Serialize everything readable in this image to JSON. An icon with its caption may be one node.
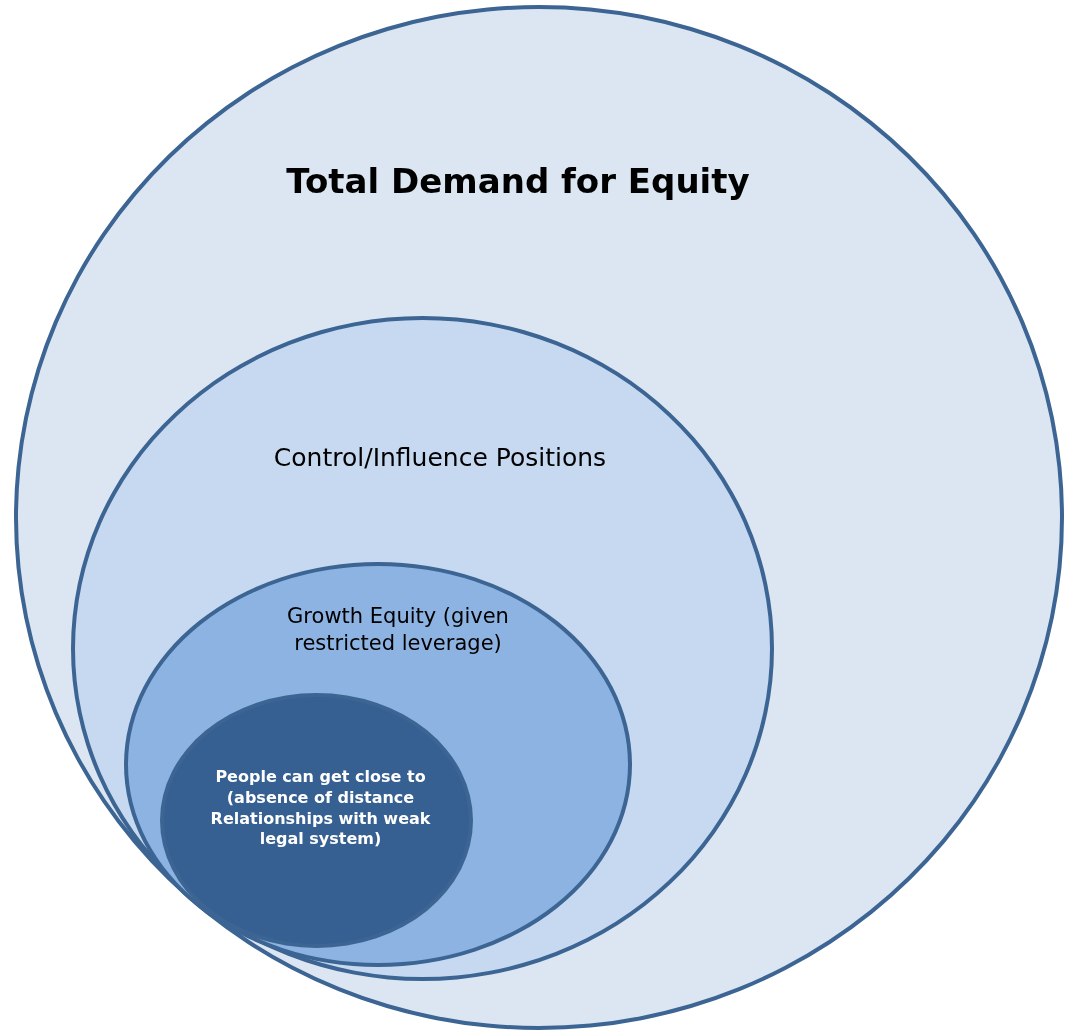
{
  "diagram": {
    "nodes": [
      {
        "text": [
          "Total Demand for Equity"
        ]
      },
      {
        "text": [
          "Control/Influence Positions"
        ],
        "in": 0
      },
      {
        "text": [
          "Growth Equity (given restricted leverage)"
        ],
        "in": 1
      },
      {
        "text": [
          "People can get close to (absence of distance Relationships with weak legal system)"
        ],
        "in": 2
      }
    ]
  }
}
